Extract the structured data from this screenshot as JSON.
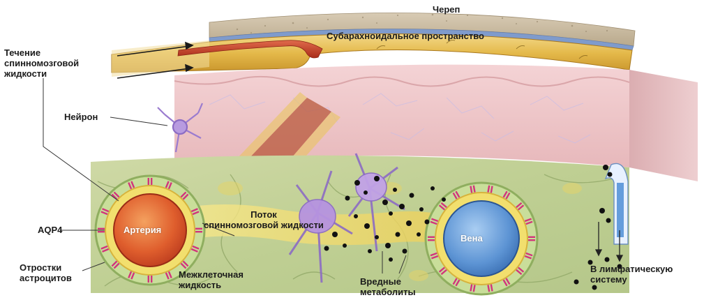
{
  "labels": {
    "skull": "Череп",
    "subarachnoid": "Субарахноидальное пространство",
    "csf_flow": "Течение\nспинномозговой\nжидкости",
    "neuron": "Нейрон",
    "aqp4": "AQP4",
    "astrocyte_processes": "Отростки\nастроцитов",
    "artery": "Артерия",
    "csf_stream": "Поток\nспинномозговой жидкости",
    "interstitial": "Межклеточная\nжидкость",
    "harmful": "Вредные\nметаболиты",
    "vein": "Вена",
    "lymph": "В лимфатическую\nсистему"
  },
  "colors": {
    "skull": "#c9b99f",
    "subarachnoid": "#e8c25b",
    "artery_red": "#d4462a",
    "tissue_pink": "#efc6c8",
    "cross_section": "#c9d7a6",
    "vein_blue": "#4f86c8",
    "aqp4_magenta": "#d2357b",
    "neuron_purple": "#a98bd3",
    "metabolite": "#111111",
    "csf_stream": "#f1dc63"
  }
}
